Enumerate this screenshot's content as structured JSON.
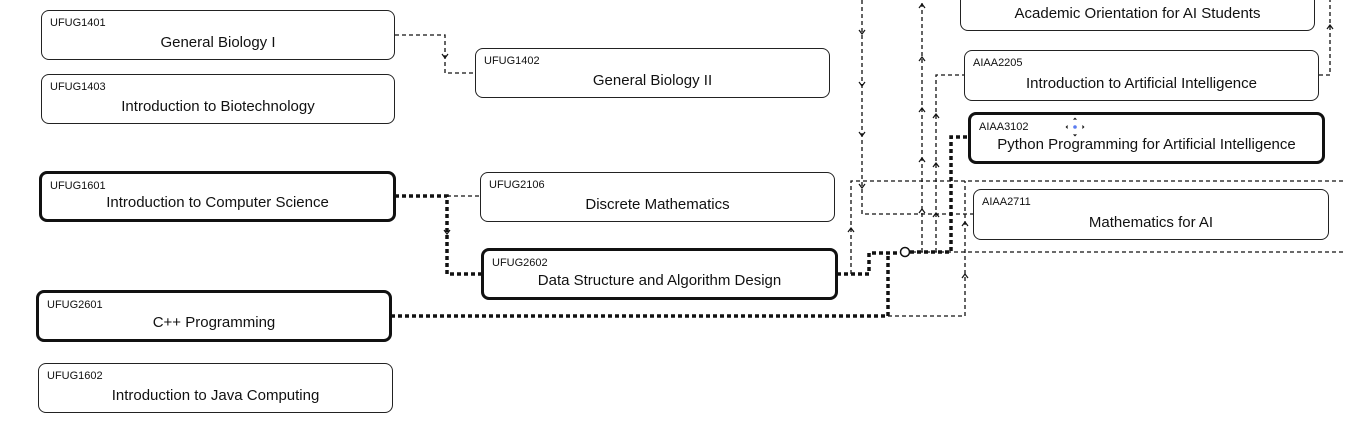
{
  "courses": [
    {
      "code": "UFUG1401",
      "title": "General Biology I"
    },
    {
      "code": "UFUG1402",
      "title": "General Biology II"
    },
    {
      "code": "UFUG1403",
      "title": "Introduction to Biotechnology"
    },
    {
      "code": "UFUG1601",
      "title": "Introduction to Computer Science"
    },
    {
      "code": "UFUG2106",
      "title": "Discrete Mathematics"
    },
    {
      "code": "UFUG2602",
      "title": "Data Structure and Algorithm Design"
    },
    {
      "code": "UFUG2601",
      "title": "C++ Programming"
    },
    {
      "code": "UFUG1602",
      "title": "Introduction to Java Computing"
    },
    {
      "code": "",
      "title": "Academic Orientation for AI Students"
    },
    {
      "code": "AIAA2205",
      "title": "Introduction to Artificial Intelligence"
    },
    {
      "code": "AIAA3102",
      "title": "Python Programming for Artificial Intelligence"
    },
    {
      "code": "AIAA2711",
      "title": "Mathematics for AI"
    }
  ]
}
